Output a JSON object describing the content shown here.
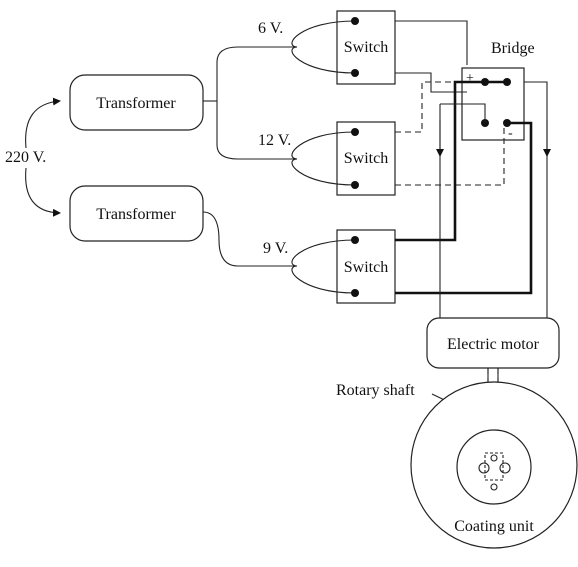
{
  "labels": {
    "supply": "220 V.",
    "transformer_1": "Transformer",
    "transformer_2": "Transformer",
    "voltage_6": "6 V.",
    "voltage_12": "12 V.",
    "voltage_9": "9 V.",
    "switch_1": "Switch",
    "switch_2": "Switch",
    "switch_3": "Switch",
    "bridge": "Bridge",
    "bridge_plus": "+",
    "bridge_minus": "-",
    "motor": "Electric motor",
    "shaft": "Rotary shaft",
    "coating": "Coating unit"
  },
  "colors": {
    "line": "#222222",
    "background": "#ffffff"
  }
}
